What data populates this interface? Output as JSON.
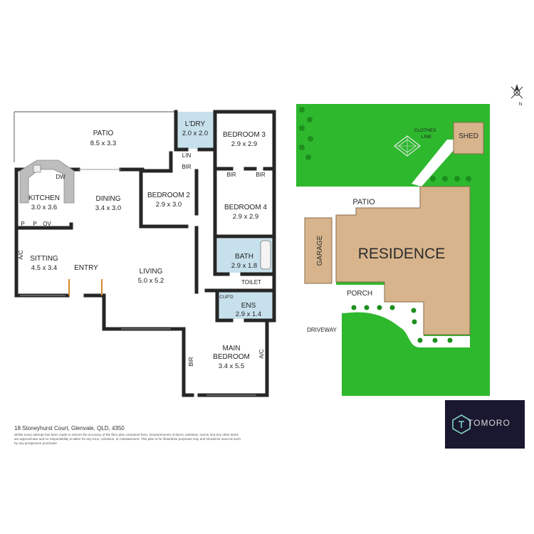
{
  "floor_plan": {
    "rooms": {
      "patio": {
        "name": "PATIO",
        "dim": "8.5 x 3.3"
      },
      "ldry": {
        "name": "L'DRY",
        "dim": "2.0 x 2.0"
      },
      "lin": {
        "name": "LIN"
      },
      "bir_ldry": {
        "name": "BIR"
      },
      "bedroom3": {
        "name": "BEDROOM 3",
        "dim": "2.9 x 2.9"
      },
      "bir_b3a": {
        "name": "BIR"
      },
      "bir_b3b": {
        "name": "BIR"
      },
      "kitchen": {
        "name": "KITCHEN",
        "dim": "3.0 x 3.6"
      },
      "dw": {
        "name": "DW"
      },
      "dining": {
        "name": "DINING",
        "dim": "3.4 x 3.0"
      },
      "bedroom2": {
        "name": "BEDROOM 2",
        "dim": "2.9 x 3.0"
      },
      "bedroom4": {
        "name": "BEDROOM 4",
        "dim": "2.9 x 2.9"
      },
      "pantry_p1": {
        "name": "P"
      },
      "pantry_p2": {
        "name": "P"
      },
      "ov": {
        "name": "OV"
      },
      "bath": {
        "name": "BATH",
        "dim": "2.9 x 1.8"
      },
      "sitting": {
        "name": "SITTING",
        "dim": "4.5 x 3.4"
      },
      "ac_sitting": {
        "name": "A/C"
      },
      "entry": {
        "name": "ENTRY"
      },
      "living": {
        "name": "LIVING",
        "dim": "5.0 x 5.2"
      },
      "toilet": {
        "name": "TOILET"
      },
      "cupd": {
        "name": "CUP'D"
      },
      "ens": {
        "name": "ENS",
        "dim": "2.9 x 1.4"
      },
      "main_bedroom": {
        "name": "MAIN",
        "name2": "BEDROOM",
        "dim": "3.4 x 5.5"
      },
      "bir_main": {
        "name": "BIR"
      },
      "ac_main": {
        "name": "A/C"
      }
    }
  },
  "site_plan": {
    "shed": "SHED",
    "clothes_line": {
      "line1": "CLOTHES",
      "line2": "LINE"
    },
    "patio": "PATIO",
    "residence": "RESIDENCE",
    "garage": "GARAGE",
    "porch": "PORCH",
    "driveway": "DRIVEWAY",
    "compass": "N"
  },
  "footer": {
    "address": "18 Stoneyhurst Court, Glenvale, QLD, 4350",
    "disclaimer": "Whilst every attempt has been made to ensure the accuracy of the floor plan contained here, measurements of doors, windows, rooms and any other items are approximate and no responsibility is taken for any error, omission, or misstatement. This plan is for illustrative purposes only and should be used as such by any prospective purchaser."
  },
  "logo": {
    "text": "TOMORO"
  },
  "colors": {
    "lawn": "#2eb82e",
    "residence": "#d7b48c",
    "wall": "#262626",
    "wet_area": "#c7e1ec",
    "logo_bg": "#1a1730"
  }
}
